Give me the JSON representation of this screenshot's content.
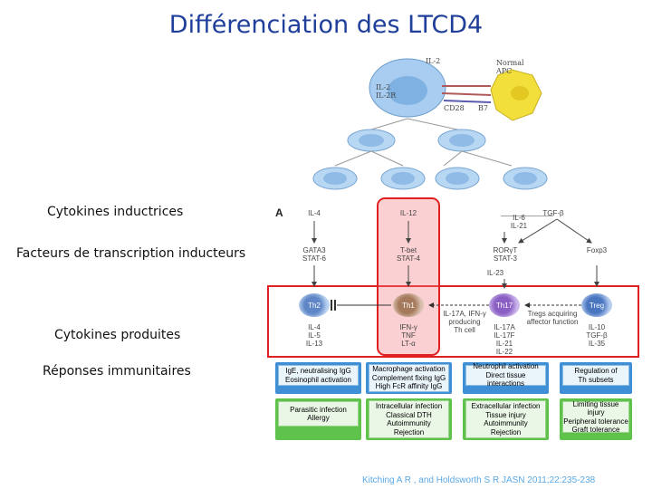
{
  "title": "Différenciation des LTCD4",
  "labels": {
    "cytokines_inductrices": "Cytokines inductrices",
    "facteurs": "Facteurs de transcription inducteurs",
    "cytokines_produites": "Cytokines produites",
    "reponses": "Réponses immunitaires"
  },
  "top_figure": {
    "il2": "IL-2",
    "normal_apc_1": "Normal",
    "normal_apc_2": "APC",
    "il2r_1": "IL-2",
    "il2r_2": "IL-2R",
    "cd28": "CD28",
    "b7": "B7"
  },
  "panel": {
    "letter": "A",
    "inducers": {
      "th2": "IL-4",
      "th1": "IL-12",
      "th17_1": "IL-6",
      "th17_2": "IL-21",
      "treg": "TGF-β"
    },
    "tf": {
      "th2_1": "GATA3",
      "th2_2": "STAT-6",
      "th1_1": "T-bet",
      "th1_2": "STAT-4",
      "th17_1": "RORγT",
      "th17_2": "STAT-3",
      "th17_3": "IL-23",
      "treg_1": "Foxp3"
    },
    "cells": {
      "th2": "Th2",
      "th1": "Th1",
      "th17": "Th17",
      "treg": "Treg"
    },
    "mid_notes": {
      "th17_cell_1": "IL-17A, IFN-γ",
      "th17_cell_2": "producing",
      "th17_cell_3": "Th cell",
      "treg_1": "Tregs acquiring",
      "treg_2": "affector function"
    },
    "produced": {
      "th2": [
        "IL-4",
        "IL-5",
        "IL-13"
      ],
      "th1": [
        "IFN-γ",
        "TNF",
        "LT-α"
      ],
      "th17": [
        "IL-17A",
        "IL-17F",
        "IL-21",
        "IL-22"
      ],
      "treg": [
        "IL-10",
        "TGF-β",
        "IL-35"
      ]
    },
    "blue_boxes": {
      "th2": [
        "IgE, neutralising IgG",
        "Eosinophil activation"
      ],
      "th1": [
        "Macrophage activation",
        "Complement fixing IgG",
        "High FcR affinity IgG"
      ],
      "th17": [
        "Neutrophil activation",
        "Direct tissue interactions"
      ],
      "treg": [
        "Regulation of",
        "Th subsets"
      ]
    },
    "green_boxes": {
      "th2": [
        "Parasitic infection",
        "Allergy"
      ],
      "th1": [
        "Intracellular infection",
        "Classical DTH",
        "Autoimmunity",
        "Rejection"
      ],
      "th17": [
        "Extracellular infection",
        "Tissue injury",
        "Autoimmunity",
        "Rejection"
      ],
      "treg": [
        "Limiting tissue injury",
        "Peripheral tolerance",
        "Graft tolerance"
      ]
    }
  },
  "citation": "Kitching A R , and Holdsworth S R JASN 2011;22:235-238",
  "colors": {
    "title": "#1f3f9a",
    "highlight": "#e02020",
    "blue_box": "#3f8fd6",
    "green_box": "#5fc24a"
  }
}
